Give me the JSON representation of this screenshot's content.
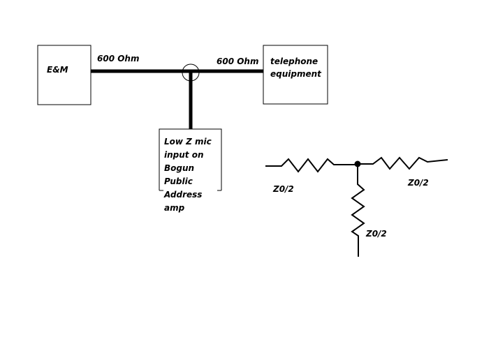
{
  "diagram": {
    "em_box": {
      "label": "E&M"
    },
    "telephone_box": {
      "label_lines": [
        "telephone",
        "equipment"
      ]
    },
    "pa_box": {
      "label_lines": [
        "Low Z mic",
        "input on",
        "Bogun",
        "Public",
        "Address",
        "amp"
      ]
    },
    "left_line_label": "600 Ohm",
    "right_line_label": "600 Ohm",
    "resistor_left_label": "Z0/2",
    "resistor_right_label": "Z0/2",
    "resistor_bottom_label": "Z0/2"
  },
  "colors": {
    "ink": "#000000",
    "background": "#ffffff"
  }
}
